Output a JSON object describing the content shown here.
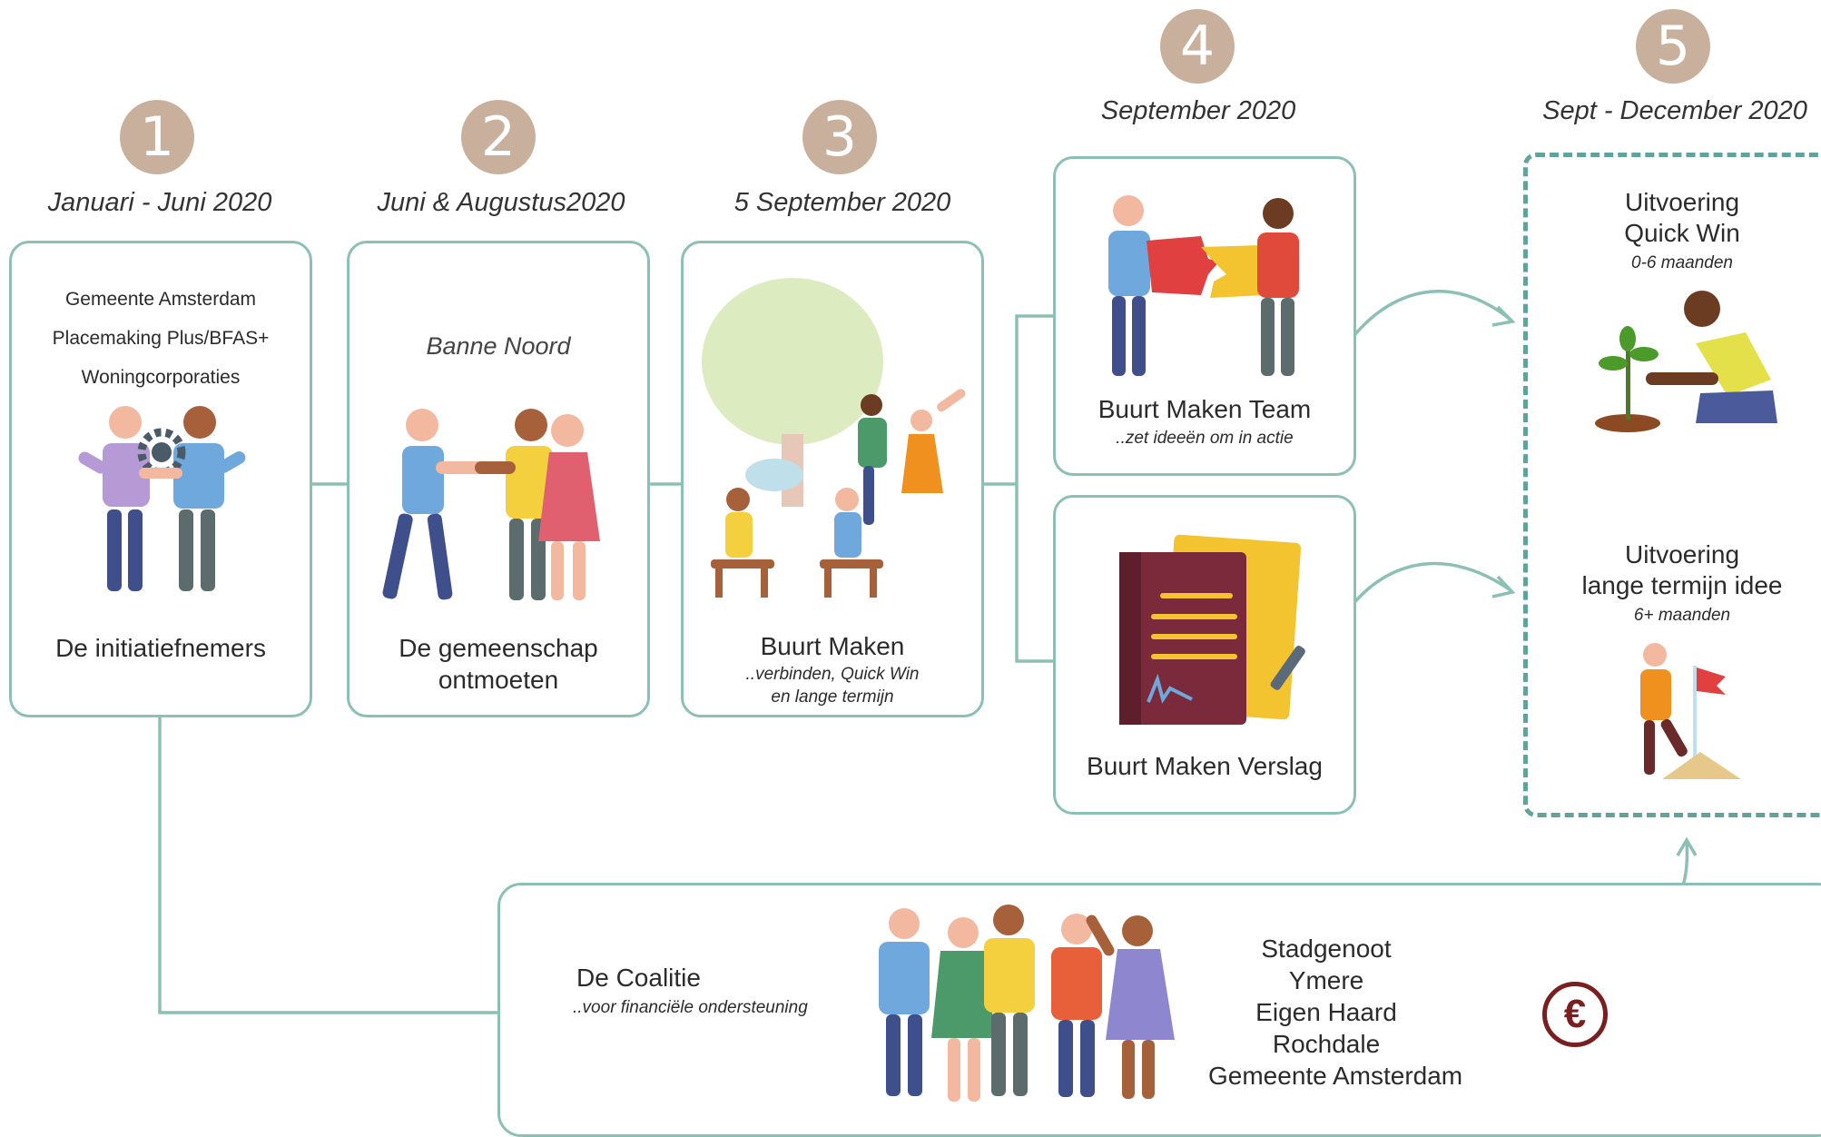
{
  "steps": [
    {
      "num": "1",
      "date": "Januari - Juni 2020"
    },
    {
      "num": "2",
      "date": "Juni & Augustus2020"
    },
    {
      "num": "3",
      "date": "5 September 2020"
    },
    {
      "num": "4",
      "date": "September 2020"
    },
    {
      "num": "5",
      "date": "Sept - December 2020"
    }
  ],
  "initiators": {
    "orgs": [
      "Gemeente Amsterdam",
      "Placemaking Plus/BFAS+",
      "Woningcorporaties"
    ],
    "title": "De initiatiefnemers"
  },
  "community": {
    "place": "Banne Noord",
    "title_line1": "De gemeenschap",
    "title_line2": "ontmoeten"
  },
  "buurt_maken": {
    "title": "Buurt Maken",
    "sub_line1": "..verbinden, Quick Win",
    "sub_line2": "en lange termijn"
  },
  "team": {
    "title": "Buurt Maken Team",
    "sub": "..zet ideeën om in actie"
  },
  "verslag": {
    "title": "Buurt Maken Verslag"
  },
  "outcomes": {
    "quick_win_line1": "Uitvoering",
    "quick_win_line2": "Quick Win",
    "quick_win_period": "0-6 maanden",
    "long_term_line1": "Uitvoering",
    "long_term_line2": "lange termijn idee",
    "long_term_period": "6+ maanden"
  },
  "coalition": {
    "title": "De Coalitie",
    "sub": "..voor financiële ondersteuning",
    "members": [
      "Stadgenoot",
      "Ymere",
      "Eigen Haard",
      "Rochdale",
      "Gemeente Amsterdam"
    ],
    "currency_symbol": "€"
  },
  "colors": {
    "accent": "#8cc0b4",
    "badge": "#c9b09c",
    "dashed": "#5fa39a",
    "euro": "#7a1f1f"
  }
}
